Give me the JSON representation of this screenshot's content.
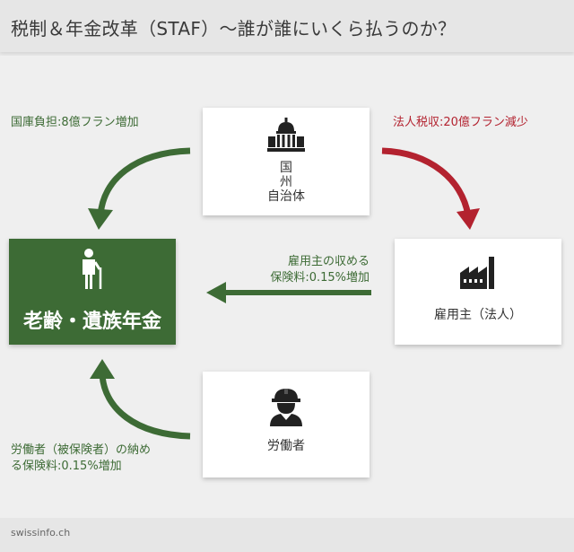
{
  "title": "税制＆年金改革（STAF）〜誰が誰にいくら払うのか？",
  "nodes": {
    "government": {
      "label_lines": [
        "国",
        "州",
        "自治体"
      ],
      "icon": "government-building-icon"
    },
    "employer": {
      "label": "雇用主（法人）",
      "icon": "factory-icon"
    },
    "worker": {
      "label": "労働者",
      "icon": "worker-helmet-icon"
    },
    "pension": {
      "label": "老齢・遺族年金",
      "icon": "elderly-person-icon"
    }
  },
  "flows": {
    "gov_to_pension": {
      "text": "国庫負担:8億フラン増加",
      "color": "#3d6b35"
    },
    "gov_to_employer": {
      "text": "法人税収:20億フラン減少",
      "color": "#b3222f"
    },
    "employer_to_pension": {
      "lines": [
        "雇用主の収める",
        "保険料:0.15%増加"
      ],
      "color": "#3d6b35"
    },
    "worker_to_pension": {
      "lines": [
        "労働者（被保険者）の納め",
        "る保険料:0.15%増加"
      ],
      "color": "#3d6b35"
    }
  },
  "colors": {
    "green": "#3d6b35",
    "red": "#b3222f"
  },
  "footer": {
    "credit": "swissinfo.ch"
  }
}
